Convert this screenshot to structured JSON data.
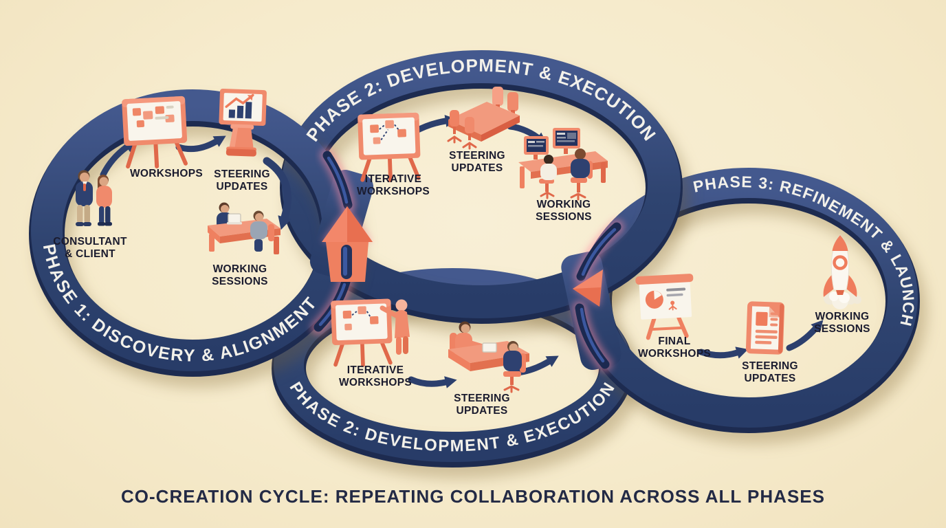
{
  "caption": "CO-CREATION CYCLE: REPEATING COLLABORATION ACROSS ALL PHASES",
  "colors": {
    "background": "#f6ebcc",
    "ring_navy": "#2f4470",
    "ring_dark_edge": "#1d2b50",
    "arc_text": "#f3f1ea",
    "label_text": "#1a1b2e",
    "salmon": "#f08a6c",
    "salmon_dark": "#e0684a",
    "arrow_navy": "#2c3f6d",
    "junction_glow_pink": "#ff8aa0"
  },
  "phases": [
    {
      "id": "phase-1",
      "arc_label": "PHASE 1: DISCOVERY & ALIGNMENT",
      "nodes": [
        {
          "label": "WORKSHOPS",
          "icon": "easel-board-icon"
        },
        {
          "label": "STEERING\nUPDATES",
          "icon": "podium-chart-icon"
        },
        {
          "label": "CONSULTANT\n& CLIENT",
          "icon": "two-people-icon"
        },
        {
          "label": "WORKING\nSESSIONS",
          "icon": "desk-laptop-icon"
        }
      ]
    },
    {
      "id": "phase-2-top",
      "arc_label": "PHASE 2: DEVELOPMENT & EXECUTION",
      "nodes": [
        {
          "label": "ITERATIVE\nWORKSHOPS",
          "icon": "flowchart-board-icon"
        },
        {
          "label": "STEERING\nUPDATES",
          "icon": "conference-table-icon"
        },
        {
          "label": "WORKING\nSESSIONS",
          "icon": "dual-workstation-icon"
        }
      ]
    },
    {
      "id": "phase-2-bottom",
      "arc_label": "PHASE 2: DEVELOPMENT & EXECUTION",
      "nodes": [
        {
          "label": "ITERATIVE\nWORKSHOPS",
          "icon": "presenter-board-icon"
        },
        {
          "label": "STEERING\nUPDATES",
          "icon": "desk-meeting-icon"
        }
      ]
    },
    {
      "id": "phase-3",
      "arc_label": "PHASE 3: REFINEMENT & LAUNCH",
      "nodes": [
        {
          "label": "FINAL\nWORKSHOPS",
          "icon": "flipchart-pie-icon"
        },
        {
          "label": "STEERING\nUPDATES",
          "icon": "document-icon"
        },
        {
          "label": "WORKING\nSESSIONS",
          "icon": "rocket-icon"
        }
      ]
    }
  ]
}
